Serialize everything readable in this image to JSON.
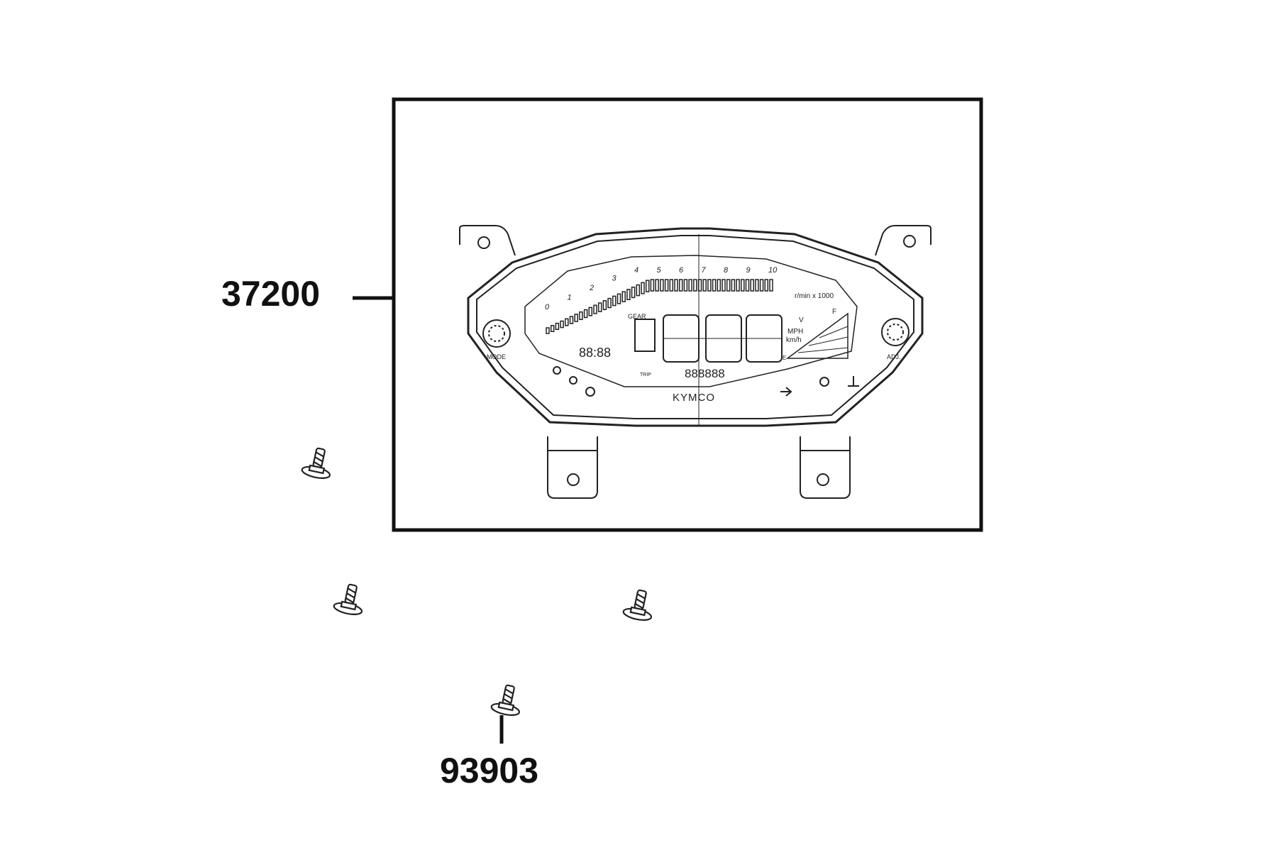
{
  "diagram": {
    "callouts": [
      {
        "id": "37200",
        "label": "37200"
      },
      {
        "id": "93903",
        "label": "93903"
      }
    ],
    "dashboard": {
      "brand": "KYMCO",
      "rpm_scale": [
        "0",
        "1",
        "2",
        "3",
        "4",
        "5",
        "6",
        "7",
        "8",
        "9",
        "10"
      ],
      "rpm_unit": "r/min x 1000",
      "gear_label": "GEAR",
      "speed_units": [
        "MPH",
        "km/h"
      ],
      "voltage_unit": "V",
      "fuel_full": "F",
      "fuel_empty": "E",
      "clock": "88:88",
      "odometer": "888888",
      "trip_label": "TRIP",
      "left_button": "MODE",
      "right_button": "ADJ."
    }
  }
}
